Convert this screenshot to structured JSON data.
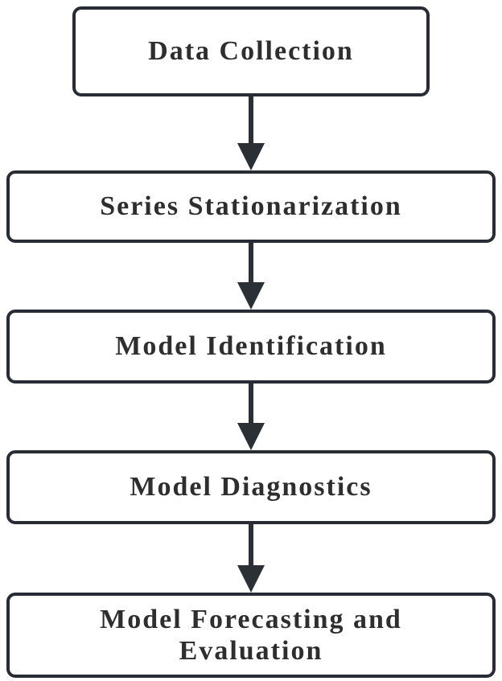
{
  "diagram": {
    "type": "flowchart",
    "direction": "top-down",
    "steps": [
      {
        "id": 1,
        "label": "Data Collection"
      },
      {
        "id": 2,
        "label": "Series Stationarization"
      },
      {
        "id": 3,
        "label": "Model Identification"
      },
      {
        "id": 4,
        "label": "Model Diagnostics"
      },
      {
        "id": 5,
        "label": "Model Forecasting and Evaluation"
      }
    ],
    "connectors": [
      {
        "from": 1,
        "to": 2,
        "style": "arrow-down"
      },
      {
        "from": 2,
        "to": 3,
        "style": "arrow-down"
      },
      {
        "from": 3,
        "to": 4,
        "style": "arrow-down"
      },
      {
        "from": 4,
        "to": 5,
        "style": "arrow-down"
      }
    ],
    "colors": {
      "border": "#272c35",
      "text": "#2e2e2e",
      "arrow": "#2b2f36",
      "background": "#ffffff",
      "box_fill": "#ffffff"
    }
  }
}
